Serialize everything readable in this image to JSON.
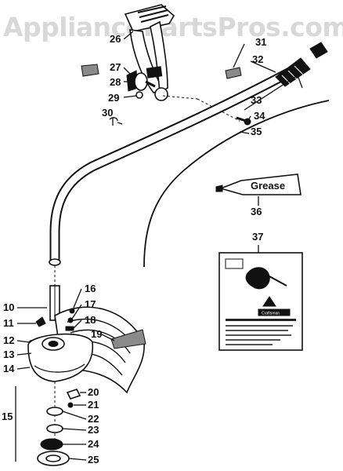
{
  "watermark": "AppliancePartsPros.com",
  "grease_label": "Grease",
  "callouts": {
    "c10": "10",
    "c11": "11",
    "c12": "12",
    "c13": "13",
    "c14": "14",
    "c15": "15",
    "c16": "16",
    "c17": "17",
    "c18": "18",
    "c19": "19",
    "c20": "20",
    "c21": "21",
    "c22": "22",
    "c23": "23",
    "c24": "24",
    "c25": "25",
    "c26": "26",
    "c27": "27",
    "c28": "28",
    "c29": "29",
    "c30": "30",
    "c31": "31",
    "c32": "32",
    "c33": "33",
    "c34": "34",
    "c35": "35",
    "c36": "36",
    "c37": "37"
  },
  "manual_cover": {
    "brand": "Craftsman"
  }
}
